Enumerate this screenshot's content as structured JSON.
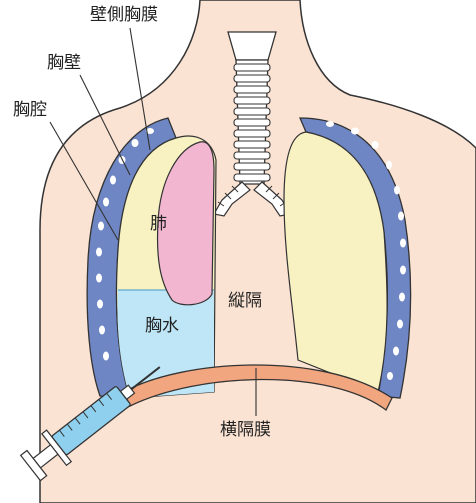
{
  "labels": {
    "parietal_pleura": "壁側胸膜",
    "chest_wall": "胸壁",
    "pleural_cavity": "胸腔",
    "lung": "肺",
    "mediastinum": "縦隔",
    "pleural_effusion": "胸水",
    "diaphragm": "横隔膜"
  },
  "colors": {
    "skin": "#fbe3d3",
    "pleura": "#6e86c4",
    "pleural_space": "#f8f2c2",
    "lung": "#f2b6d0",
    "effusion": "#bfe6f6",
    "diaphragm": "#f2a67f",
    "syringe": "#8fd0ee",
    "outline": "#333333"
  }
}
